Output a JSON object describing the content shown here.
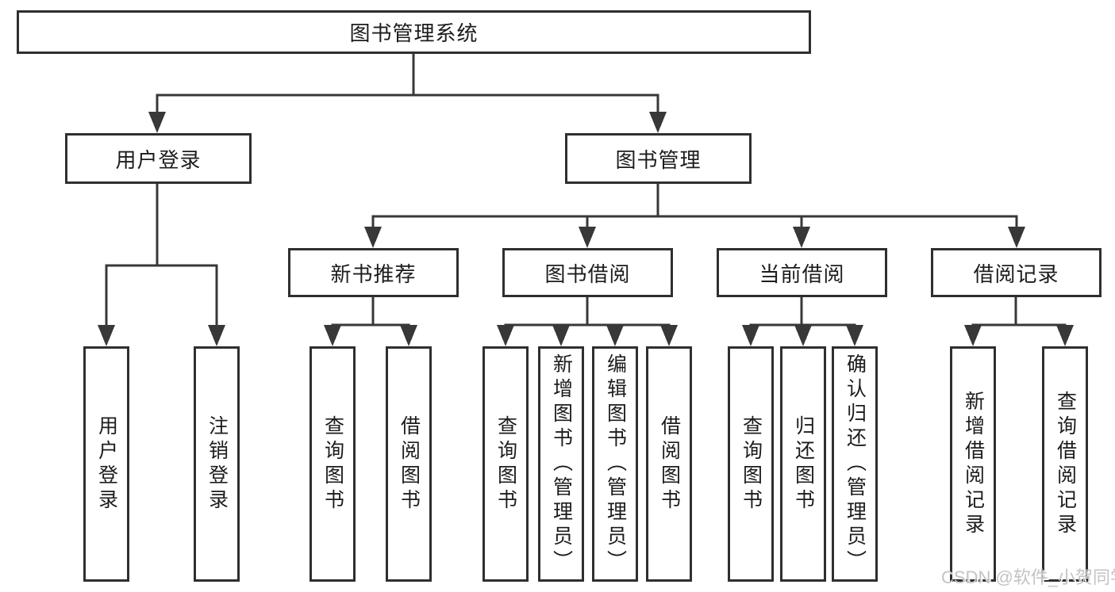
{
  "diagram": {
    "root": {
      "label": "图书管理系统"
    },
    "branches": [
      {
        "label": "用户登录",
        "children": [
          {
            "label": "用户登录"
          },
          {
            "label": "注销登录"
          }
        ]
      },
      {
        "label": "图书管理",
        "sections": [
          {
            "label": "新书推荐",
            "children": [
              {
                "label": "查询图书"
              },
              {
                "label": "借阅图书"
              }
            ]
          },
          {
            "label": "图书借阅",
            "children": [
              {
                "label": "查询图书"
              },
              {
                "label": "新增图书（管理员）"
              },
              {
                "label": "编辑图书（管理员）"
              },
              {
                "label": "借阅图书"
              }
            ]
          },
          {
            "label": "当前借阅",
            "children": [
              {
                "label": "查询图书"
              },
              {
                "label": "归还图书"
              },
              {
                "label": "确认归还（管理员）"
              }
            ]
          },
          {
            "label": "借阅记录",
            "children": [
              {
                "label": "新增借阅记录"
              },
              {
                "label": "查询借阅记录"
              }
            ]
          }
        ]
      }
    ],
    "watermark": "CSDN @软件_小贺同学",
    "colors": {
      "line": "#383838",
      "box_border": "#2f2f2f",
      "box_background": "#ffffff",
      "text": "#1c1c1c",
      "watermark": "#c3c3c3",
      "page_background": "#ffffff"
    }
  }
}
